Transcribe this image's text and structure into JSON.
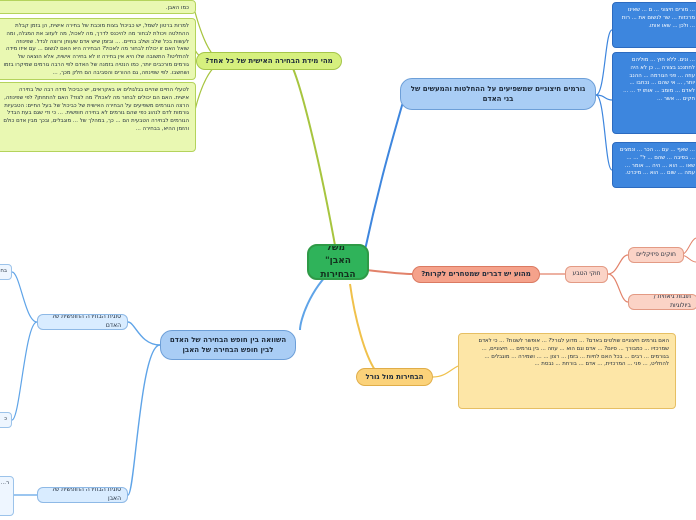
{
  "center": {
    "title": "\"משל האבן\" הבחירות"
  },
  "branches": {
    "green": {
      "label": "מהי מידת הבחירה האישית של כל אחד?",
      "boxes": [
        "כמו האבן.",
        "למרות ברטון לשמל, יש כביכול בצות מוכבת של בחירה אישית, הן בזמן קבלת ההחלטה ויכולת לבחור מה להיכנס לדרך, מה לאכול, מה לעזוב את המגלה, ומה לעשות בכל שלב ושלב בחיים. ... ובזמן שיש אדם שעוחן ורוצה לגדל. שפינוזה שואל האם זו יכולת לבחור מה לאכול? הבחירה היא האם לנשום ... עם איזו מידה להחליטו? התשובה שלו היא אין בחירה זו לא בחירה אישית, אלא הוצאה של גורמים מורכבים יותר, כמו הנטיה בזמנה של האדם לפי הרבה גורמים שמיקרו בזמו ושחשבו. לפי שפינוזה, גם ההורים והסביבה הם חלק מכך, ...",
        "לטעלי החיים שהיים בגלגולים או באקראים, יש כביכול מידה רבה של בחירה אישית. האם הם יכולים לבחור מה לאכול? מה לצוד? האם להתחתן? לפי שפינוזה, הרצה הגורמים משפיעים על הבחירה האישית של כביכול של בעל החיים: הטבעיות גורמות לדם לנהוג כפי שהם גורמים לא בחירה חופשית. ... כי ודי שגם בעת הבדל הגורמים לבחירה הטבעית הם ... כך, במהלך של ... מוגבלים, ובכך מבין אדם כולם והזמן ההיא, בבחירה ..."
      ]
    },
    "blue": {
      "label": "גורמים חיצוניים שמשפיעים על ההחלטות והמעשים של בני האדם",
      "boxes": [
        "... מורים חיצוני ... ם ... שאינו מרכזות ... שר לנשום את ... רות ... ולכן ... שאו אותו.",
        "... ונים. ללא חוץ ... מוליהם לחתנכג בצורה ... כן לא היה עוזה ... פני הגורמה ... ההנב יותר, ... אי שהם ... נכחבו ... לאדם ... מומב ... אותו יד ... ... חקים ... אשר ...",
        "... שאף ... עם ... הכר ... ונמצים ... בסיבה ... שהם ... ל\" ... ... שאו ... הוא ... היה ... אומר ... עמה ... שום ... הוא ... מיכרט."
      ]
    },
    "red": {
      "label": "מהוע יש דברים שמטחרים לקרות?",
      "sub": "חוקי הטבע",
      "leaves": [
        "חוקים פיזיקליים",
        "תובות גיאוזית / ביולוגיות"
      ]
    },
    "orange": {
      "label": "הבחירות מול גורל",
      "box": "האם גורמים חיצוניים שולטים באדם? ... מדוע לגורל? ... אופשר לשנות? ... כי לאדם שמרכזיו ... כמבורך ... סיום? ... אדם וגם הוא ... עוזה ... בין גורמים ... חיצוניים, ... בגורמים ... רבים ... בכל האם לחיות ... בזמן ... רצון ... ... ושמירה ... מוגבלים ... להחליט, ... פני ... המרכזית, ... אדם ... בורחת ... נבסת ..."
    },
    "purple": {
      "label": "השוואה בין חופש הבחירה של האדם לבין חופש הבחירה של האבן",
      "sub1": "סוגית הבחירה החופשית של האדם",
      "sub2": "סוגית הבחירה החופשית של האבן",
      "leaf1": "בח",
      "leaf2": "כ",
      "leaf3": "ר..."
    }
  },
  "colors": {
    "green_line": "#a7c53f",
    "blue_line": "#3e86de",
    "red_line": "#e2826a",
    "orange_line": "#f0c14b",
    "purple_line": "#5fa4e8"
  }
}
